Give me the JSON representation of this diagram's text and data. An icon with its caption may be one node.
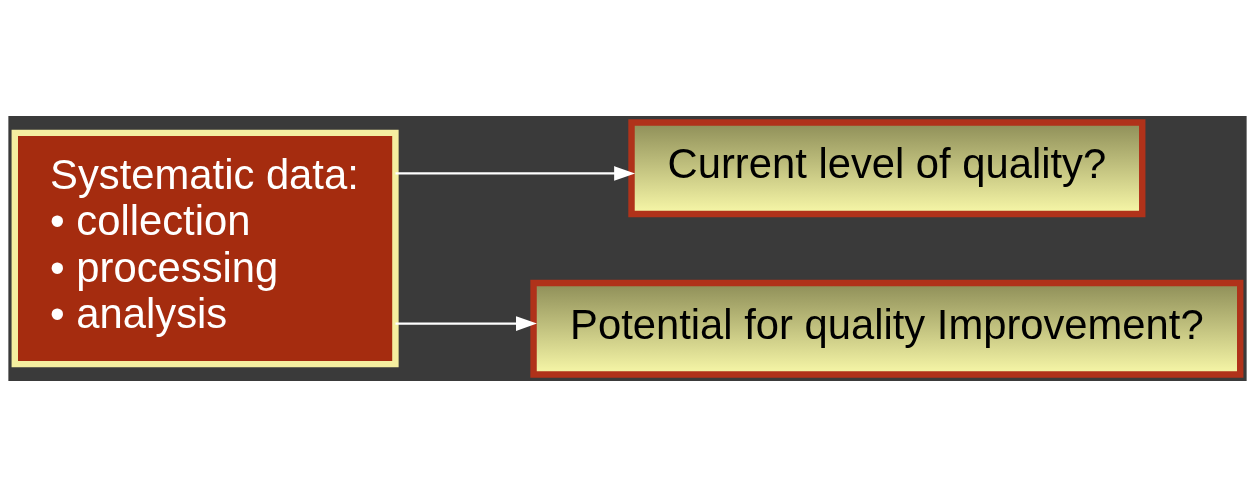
{
  "diagram": {
    "nodes": [
      {
        "text": [
          "Systematic data:",
          "• collection",
          "• processing",
          "• analysis"
        ]
      },
      {
        "text": [
          "Current level of quality?"
        ]
      },
      {
        "text": [
          "Potential for quality Improvement?"
        ]
      }
    ],
    "edges": [
      {
        "from": 0,
        "to": 1,
        "arrow": "to"
      },
      {
        "from": 0,
        "to": 2,
        "arrow": "to"
      }
    ]
  }
}
